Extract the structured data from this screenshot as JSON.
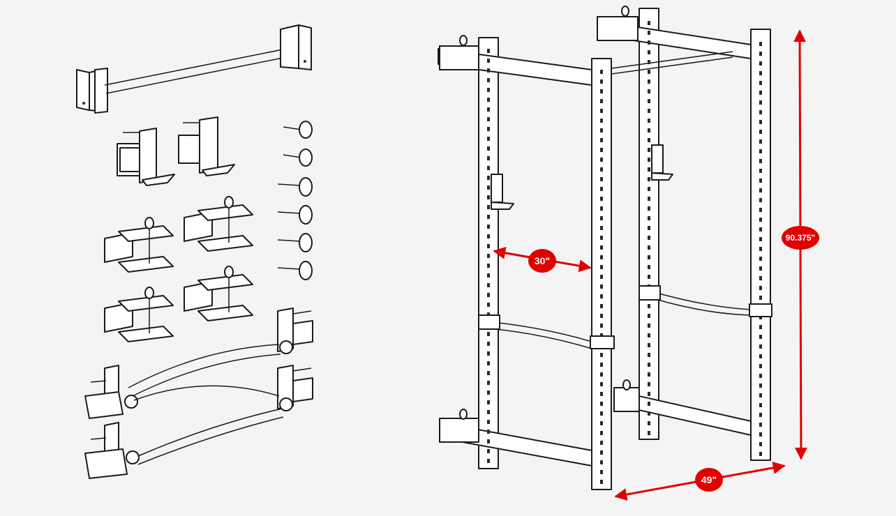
{
  "colors": {
    "background": "#f4f4f4",
    "line_art": "#1a1a1a",
    "part_fill": "#ffffff",
    "dimension": "#e00000",
    "badge_text": "#ffffff"
  },
  "dimensions": {
    "width_between_uprights": "30\"",
    "height": "90.375\"",
    "depth": "49\""
  }
}
